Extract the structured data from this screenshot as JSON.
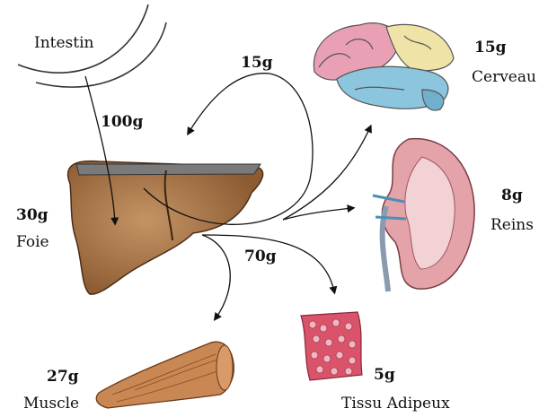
{
  "labels": {
    "intestin": "Intestin",
    "in_100": "100g",
    "to_brain_top": "15g",
    "brain_amount": "15g",
    "brain_name": "Cerveau",
    "kidney_amount": "8g",
    "kidney_name": "Reins",
    "liver_amount": "30g",
    "liver_name": "Foie",
    "out_70": "70g",
    "muscle_amount": "27g",
    "muscle_name": "Muscle",
    "fat_amount": "5g",
    "fat_name": "Tissu Adipeux"
  },
  "colors": {
    "liver": "#9c6a3e",
    "brain_pink": "#e9a0b4",
    "brain_yellow": "#efe3a8",
    "brain_blue": "#8cc5de",
    "kidney": "#e4a3a9",
    "fat": "#d9536b",
    "muscle": "#c98753",
    "stroke": "#222222"
  }
}
